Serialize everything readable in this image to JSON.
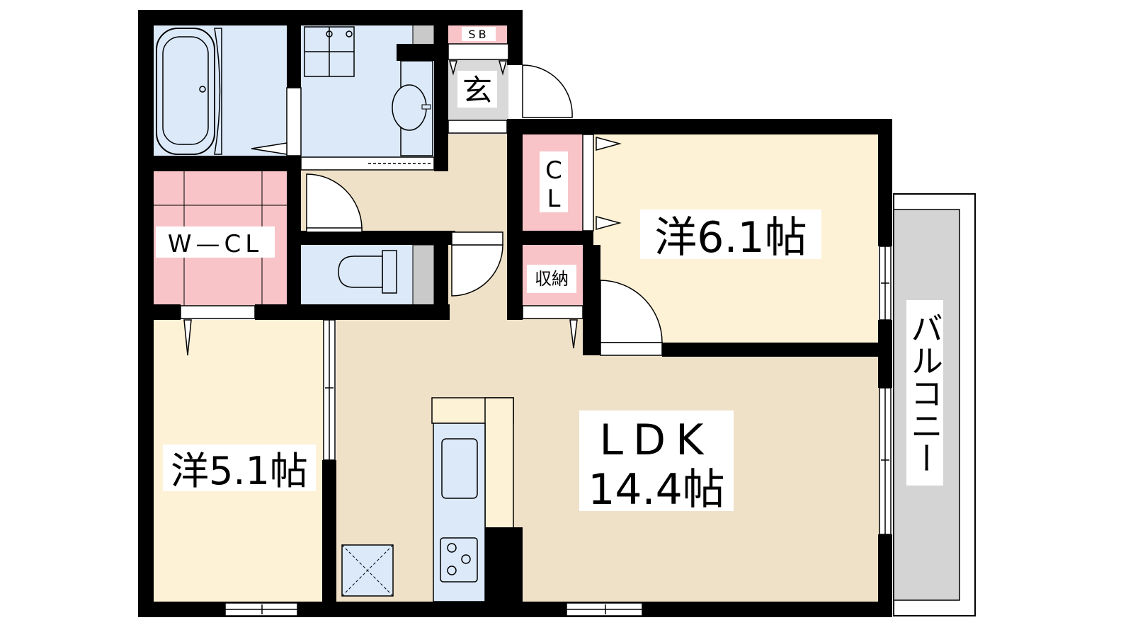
{
  "rooms": {
    "entrance": "玄",
    "shoe_box": "SB",
    "closet": "CL",
    "closet_line1": "C",
    "closet_line2": "L",
    "storage": "収納",
    "walk_in_closet": "W—CL",
    "western_room_1": "洋6.1帖",
    "western_room_2": "洋5.1帖",
    "ldk_line1": "LDK",
    "ldk_line2": "14.4帖",
    "balcony": "バルコニー"
  },
  "colors": {
    "wall": "#000000",
    "wet_area": "#dbe9f9",
    "storage_pink": "#f8c4c8",
    "western_room": "#fdf1d6",
    "ldk_floor": "#efe1c8",
    "balcony": "#d4d4d4",
    "gray_box": "#c9c9c9"
  }
}
